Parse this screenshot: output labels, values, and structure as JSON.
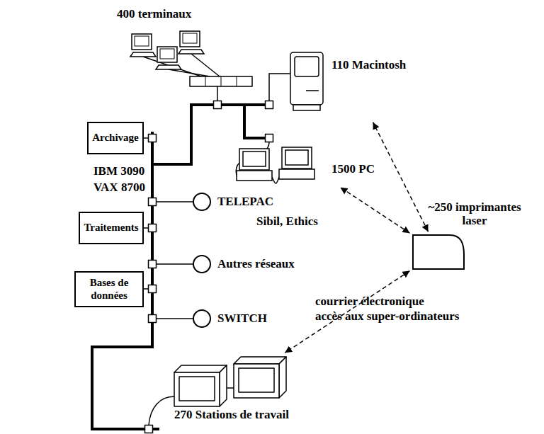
{
  "diagram": {
    "nodes": [
      {
        "text": [
          "400 terminaux"
        ]
      },
      {
        "text": [
          "110 Macintosh"
        ]
      },
      {
        "text": [
          "Archivage"
        ]
      },
      {
        "text": [
          "1500 PC"
        ]
      },
      {
        "text": [
          "TELEPAC"
        ]
      },
      {
        "text": [
          "~250 imprimantes laser"
        ]
      },
      {
        "text": [
          "Traitements"
        ]
      },
      {
        "text": [
          "Autres réseaux"
        ]
      },
      {
        "text": [
          "Bases de données"
        ]
      },
      {
        "text": [
          "SWITCH"
        ]
      },
      {
        "text": [
          "270 Stations de travail"
        ]
      }
    ],
    "edges": [
      {
        "from": 5,
        "to": 1,
        "arrow": "both"
      },
      {
        "from": 5,
        "to": 3,
        "arrow": "both"
      },
      {
        "from": 5,
        "to": 10,
        "arrow": "both"
      }
    ],
    "labels": [
      "IBM 3090",
      "VAX 8700",
      "Sibil, Ethics",
      "courrier électronique",
      "accès aux super-ordinateurs"
    ]
  }
}
